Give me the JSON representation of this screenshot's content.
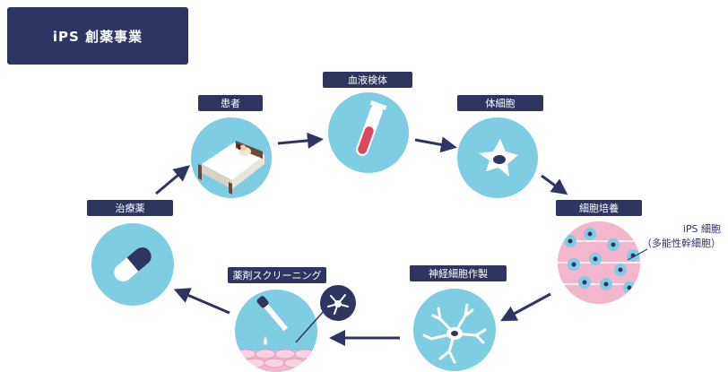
{
  "header": {
    "title": "iPS 創薬事業"
  },
  "steps": [
    {
      "label": "患者",
      "icon": "bed-icon"
    },
    {
      "label": "血液検体",
      "icon": "test-tube-icon"
    },
    {
      "label": "体細胞",
      "icon": "cell-icon"
    },
    {
      "label": "細胞培養",
      "icon": "cell-culture-icon"
    },
    {
      "label": "神経細胞作製",
      "icon": "neuron-icon"
    },
    {
      "label": "薬剤スクリーニング",
      "icon": "dropper-icon"
    },
    {
      "label": "治療薬",
      "icon": "capsule-icon"
    }
  ],
  "ips_note": {
    "line1": "iPS 細胞",
    "line2": "（多能性幹細胞）"
  },
  "colors": {
    "navy": "#2e3561",
    "circle": "#7fcde3",
    "pink": "#f4b6cc",
    "red": "#d94a5c"
  }
}
